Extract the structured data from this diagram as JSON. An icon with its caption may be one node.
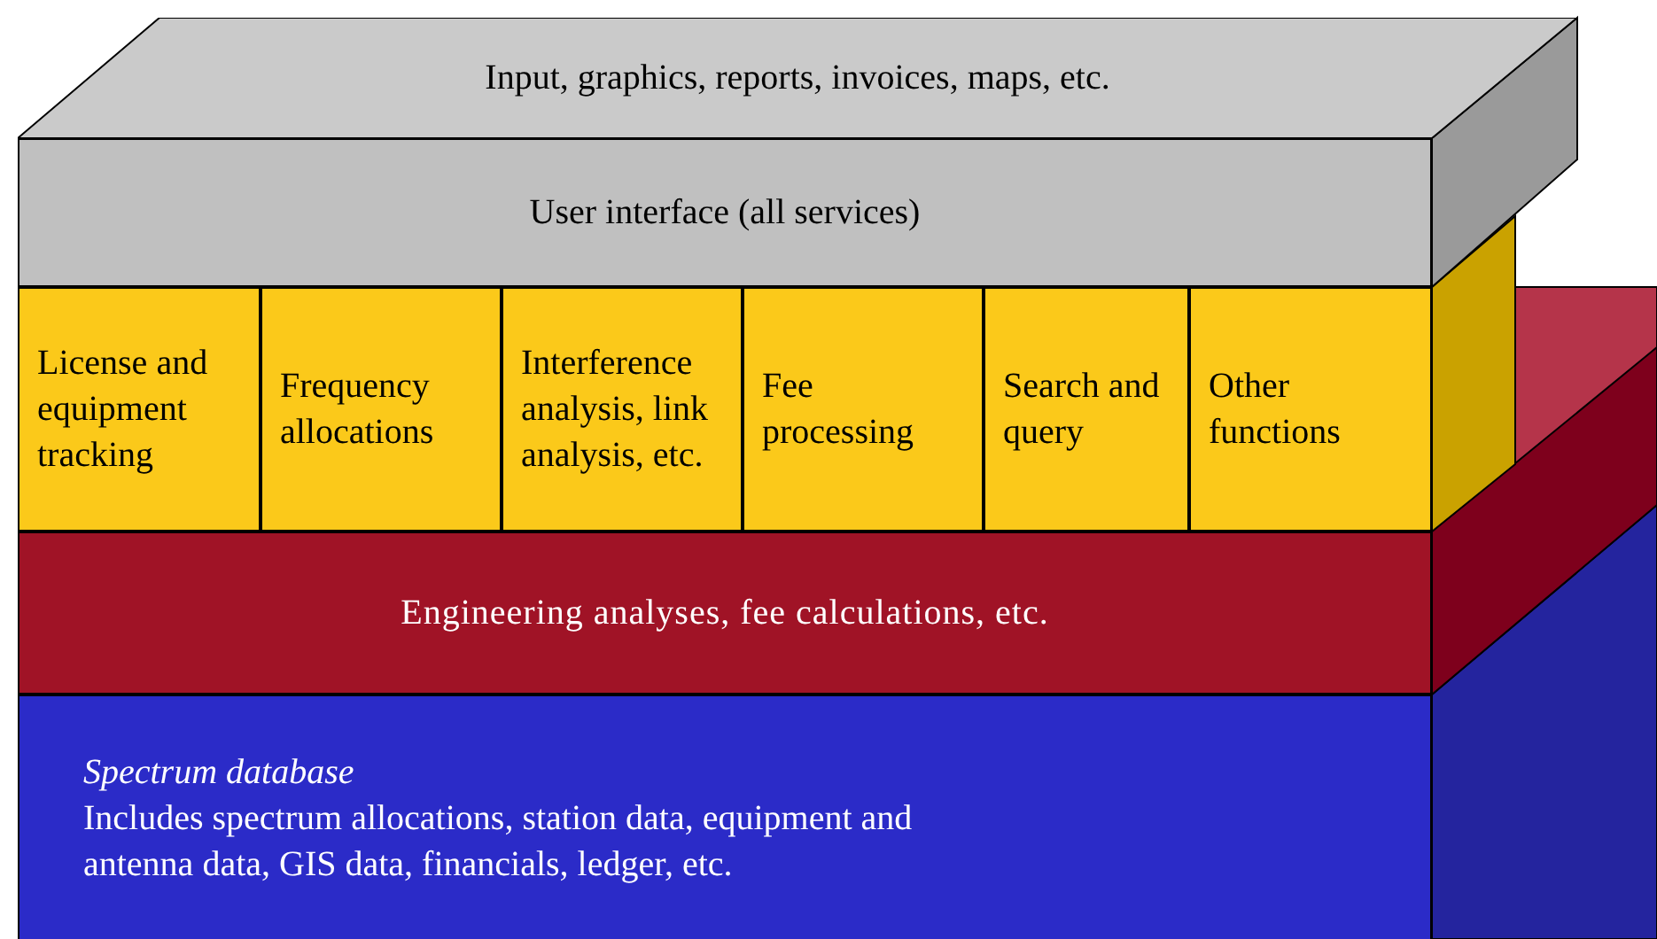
{
  "diagram": {
    "nodes": [
      {
        "text": [
          "Input, graphics, reports, invoices, maps, etc."
        ]
      },
      {
        "text": [
          "User interface (all services)"
        ]
      },
      {
        "text": [
          "License and equipment tracking"
        ]
      },
      {
        "text": [
          "Frequency allocations"
        ]
      },
      {
        "text": [
          "Interference analysis, link analysis, etc."
        ]
      },
      {
        "text": [
          "Fee processing"
        ]
      },
      {
        "text": [
          "Search and query"
        ]
      },
      {
        "text": [
          "Other functions"
        ]
      },
      {
        "text": [
          "Engineering analyses, fee calculations, etc."
        ]
      },
      {
        "text": [
          "Spectrum database",
          "Includes spectrum allocations, station data, equipment and antenna data, GIS data, financials, ledger, etc."
        ]
      }
    ]
  }
}
